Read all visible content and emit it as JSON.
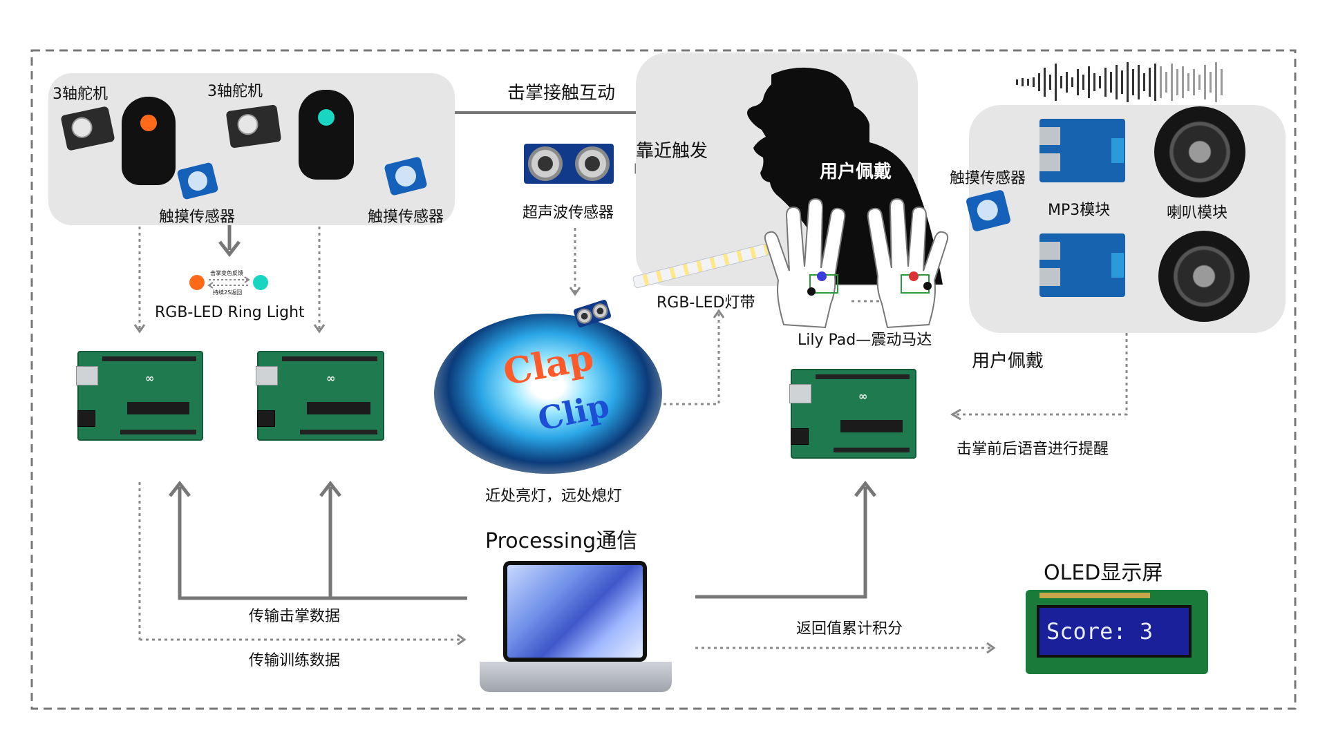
{
  "labels": {
    "servo_left": "3轴舵机",
    "servo_right": "3轴舵机",
    "touch_left": "触摸传感器",
    "touch_right": "触摸传感器",
    "clap_contact": "击掌接触互动",
    "proximity_trigger": "靠近触发",
    "user_wear_top": "用户佩戴",
    "ultrasonic": "超声波传感器",
    "rgb_ring": "RGB-LED Ring Light",
    "ring_note_top": "击掌变色反馈",
    "ring_note_bottom": "持续2S返回",
    "rgb_strip": "RGB-LED灯带",
    "lilypad": "Lily Pad—震动马达",
    "touch_mp3": "触摸传感器",
    "mp3_module": "MP3模块",
    "speaker_module": "喇叭模块",
    "user_wear_mid": "用户佩戴",
    "voice_reminder": "击掌前后语音进行提醒",
    "near_far": "近处亮灯，远处熄灯",
    "processing": "Processing通信",
    "transfer_clap": "传输击掌数据",
    "transfer_train": "传输训练数据",
    "return_score": "返回值累计积分",
    "oled_title": "OLED显示屏",
    "oled_screen": "Score:  3",
    "clap_word_1": "Clap",
    "clap_word_2": "Clip"
  },
  "colors": {
    "panel": "#e6e6e6",
    "arrow": "#777777",
    "dotted": "#888888",
    "ring_orange": "#ff6a1a",
    "ring_teal": "#18d6c1",
    "oled_blue": "#1a1f9a"
  }
}
